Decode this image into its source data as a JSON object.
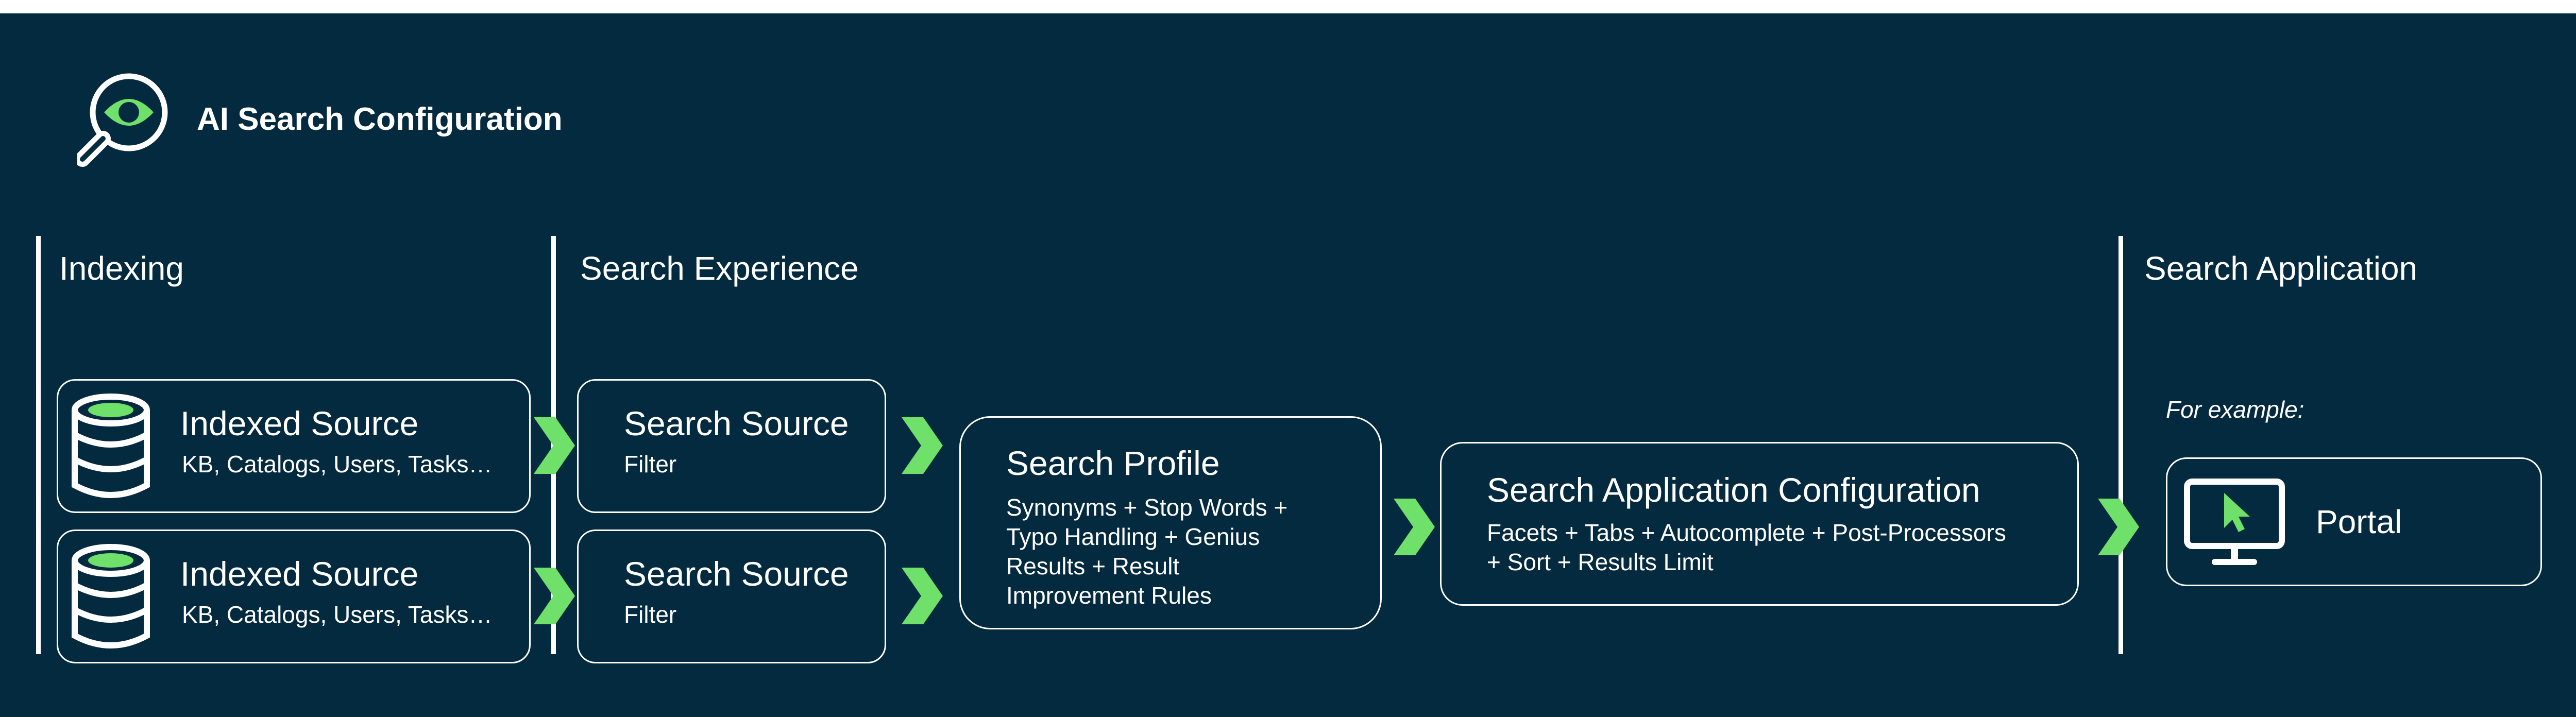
{
  "header": {
    "title": "AI Search Configuration",
    "icon": "magnifier-eye-icon"
  },
  "colors": {
    "background": "#042a40",
    "accent": "#6fe06a",
    "text": "#ffffff"
  },
  "sections": {
    "indexing": "Indexing",
    "search_experience": "Search Experience",
    "search_application": "Search Application"
  },
  "indexed_sources": [
    {
      "title": "Indexed Source",
      "subtitle": "KB, Catalogs, Users, Tasks…",
      "icon": "database-icon"
    },
    {
      "title": "Indexed Source",
      "subtitle": "KB, Catalogs, Users, Tasks…",
      "icon": "database-icon"
    }
  ],
  "search_sources": [
    {
      "title": "Search Source",
      "subtitle": "Filter"
    },
    {
      "title": "Search Source",
      "subtitle": "Filter"
    }
  ],
  "search_profile": {
    "title": "Search Profile",
    "lines": [
      "Synonyms + Stop Words +",
      "Typo Handling + Genius",
      "Results + Result",
      "Improvement Rules"
    ]
  },
  "search_app_config": {
    "title": "Search Application Configuration",
    "lines": [
      "Facets + Tabs + Autocomplete + Post-Processors",
      "+ Sort + Results Limit"
    ]
  },
  "example": {
    "label": "For example:",
    "portal_label": "Portal",
    "icon": "monitor-cursor-icon"
  }
}
